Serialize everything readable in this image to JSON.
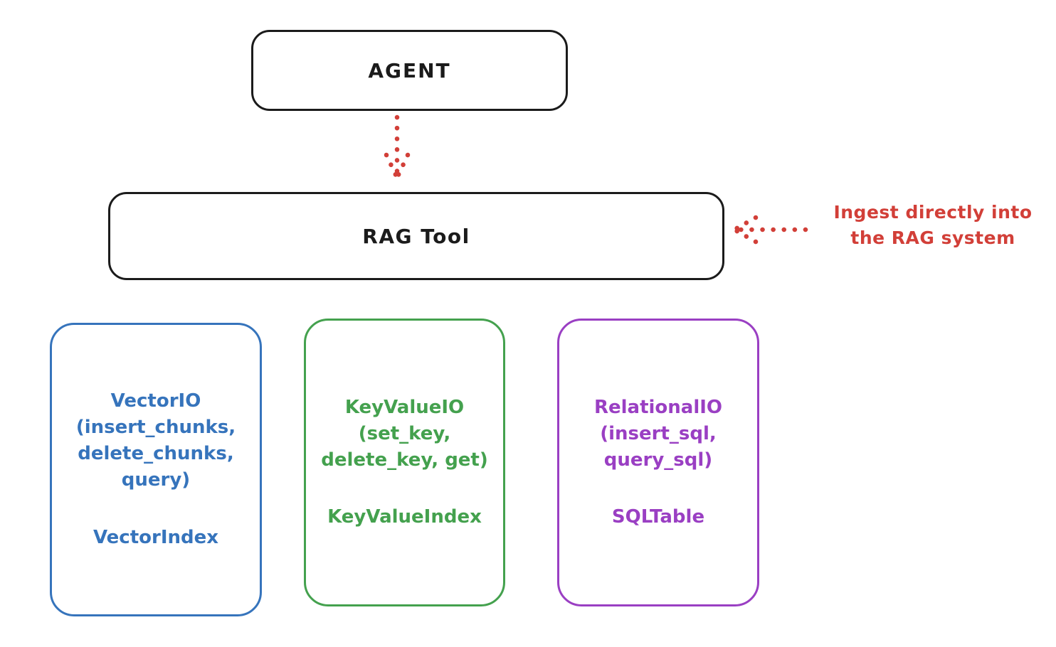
{
  "diagram": {
    "agent_box": {
      "label": "AGENT"
    },
    "rag_tool_box": {
      "label": "RAG Tool"
    },
    "annotation": {
      "text": "Ingest directly into\nthe RAG system"
    },
    "io_boxes": [
      {
        "title": "VectorIO",
        "methods": "(insert_chunks,\ndelete_chunks,\nquery)",
        "index_label": "VectorIndex",
        "color": "#3674bc"
      },
      {
        "title": "KeyValueIO",
        "methods": "(set_key,\ndelete_key, get)",
        "index_label": "KeyValueIndex",
        "color": "#44a14e"
      },
      {
        "title": "RelationalIO",
        "methods": "(insert_sql,\nquery_sql)",
        "index_label": "SQLTable",
        "color": "#9a3fc3"
      }
    ]
  },
  "colors": {
    "stroke": "#1b1b1b",
    "arrow_red": "#d23f38",
    "vector_blue": "#3674bc",
    "keyvalue_green": "#44a14e",
    "relational_purple": "#9a3fc3"
  }
}
